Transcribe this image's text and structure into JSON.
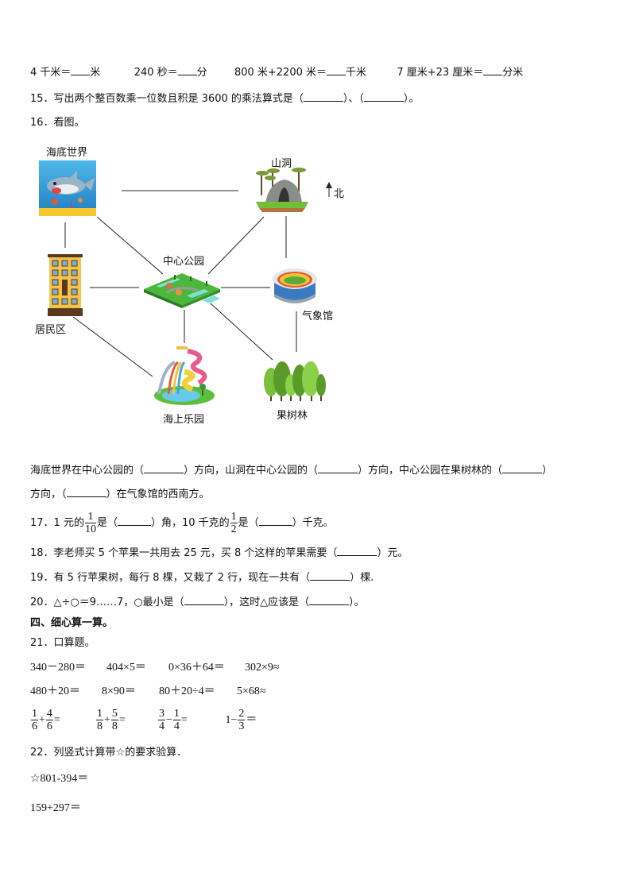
{
  "q14_row": {
    "items": [
      {
        "left": "4 千米＝",
        "right": "米"
      },
      {
        "left": "240 秒＝",
        "right": "分"
      },
      {
        "left": "800 米+2200 米＝",
        "right": "千米"
      },
      {
        "left": "7 厘米+23 厘米＝",
        "right": "分米"
      }
    ]
  },
  "q15": {
    "number": "15．",
    "text": "写出两个整百数乘一位数且积是 3600 的乘法算式是（",
    "sep": "）、（",
    "end": "）。"
  },
  "q16": {
    "number": "16．",
    "text": "看图。",
    "map": {
      "north_label": "北",
      "places": {
        "seaworld": "海底世界",
        "cave": "山洞",
        "park": "中心公园",
        "residential": "居民区",
        "weather": "气象馆",
        "waterpark": "海上乐园",
        "orchard": "果树林"
      }
    },
    "line1": {
      "p1": "海底世界在中心公园的（",
      "p2": "）方向，山洞在中心公园的（",
      "p3": "）方向，中心公园在果树林的（",
      "p4": "）"
    },
    "line2": {
      "p1": "方向，（",
      "p2": "）在气象馆的西南方。"
    }
  },
  "q17": {
    "number": "17．",
    "p1": "1 元的",
    "frac1": {
      "num": "1",
      "den": "10"
    },
    "p2": "是（",
    "p3": "）角，10 千克的",
    "frac2": {
      "num": "1",
      "den": "2"
    },
    "p4": "是（",
    "p5": "）千克。"
  },
  "q18": {
    "number": "18．",
    "p1": "李老师买 5 个苹果一共用去 25 元，买 8 个这样的苹果需要（",
    "p2": "）元。"
  },
  "q19": {
    "number": "19．",
    "p1": "有 5 行苹果树，每行 8 棵，又栽了 2 行，现在一共有（",
    "p2": "）棵."
  },
  "q20": {
    "number": "20．",
    "p1": "△÷○＝9……7，○最小是（",
    "p2": "），这时△应该是（",
    "p3": "）。"
  },
  "section4": {
    "title": "四、细心算一算。"
  },
  "q21": {
    "number": "21．",
    "text": "口算题。",
    "row1": [
      "340－280＝",
      "404×5＝",
      "0×36＋64＝",
      "302×9≈"
    ],
    "row2": [
      "480＋20＝",
      "8×90＝",
      "80＋20÷4＝",
      "5×68≈"
    ],
    "row3": [
      {
        "a": {
          "num": "1",
          "den": "6"
        },
        "op": "+",
        "b": {
          "num": "4",
          "den": "6"
        },
        "eq": "="
      },
      {
        "a": {
          "num": "1",
          "den": "8"
        },
        "op": "+",
        "b": {
          "num": "5",
          "den": "8"
        },
        "eq": "="
      },
      {
        "a": {
          "num": "3",
          "den": "4"
        },
        "op": "−",
        "b": {
          "num": "1",
          "den": "4"
        },
        "eq": "="
      },
      {
        "whole": "1−",
        "b": {
          "num": "2",
          "den": "3"
        },
        "eq": "＝"
      }
    ]
  },
  "q22": {
    "number": "22．",
    "text": "列竖式计算带☆的要求验算．",
    "items": [
      "☆801-394＝",
      "159+297＝"
    ]
  }
}
